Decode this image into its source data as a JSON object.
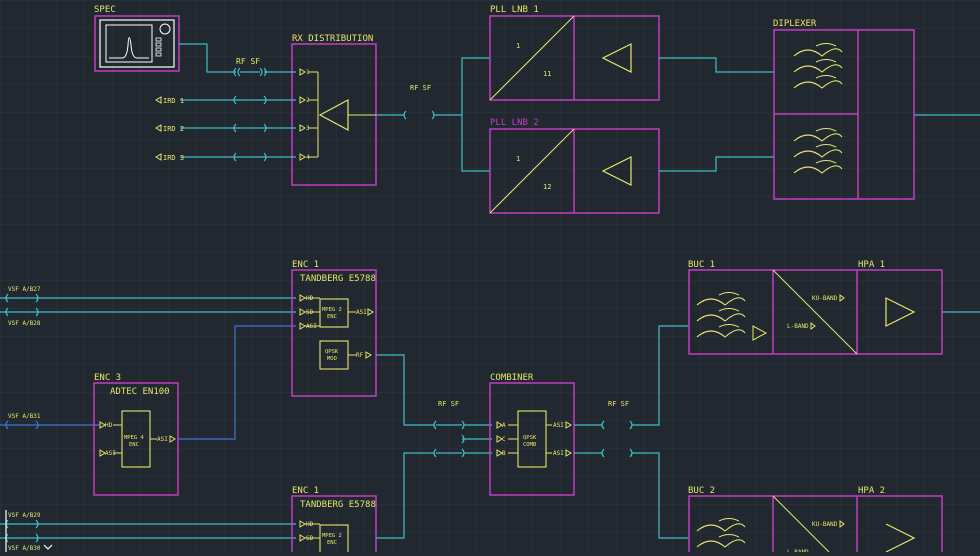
{
  "colors": {
    "background": "#212830",
    "grid": "#2b3440",
    "magenta": "#c23dc4",
    "yellow": "#e6e66a",
    "cyan": "#3fbdc6",
    "blue": "#3f74d4"
  },
  "labels": {
    "spec": "SPEC",
    "rx_distribution": "RX DISTRIBUTION",
    "rf_sf": "RF SF",
    "ird1": "IRD 1",
    "ird2": "IRD 2",
    "ird3": "IRD 3",
    "pll_lnb1": "PLL LNB 1",
    "pll_lnb2": "PLL LNB 2",
    "diplexer": "DIPLEXER",
    "lnb1_in": "1",
    "lnb1_out": "11",
    "lnb2_in": "1",
    "lnb2_out": "12",
    "enc1_title": "ENC 1",
    "enc1_model": "TANDBERG E5788",
    "enc3_title": "ENC 3",
    "enc3_model": "ADTEC EN100",
    "enc1b_title": "ENC 1",
    "enc1b_model": "TANDBERG E5788",
    "combiner": "COMBINER",
    "buc1": "BUC 1",
    "buc2": "BUC 2",
    "hpa1": "HPA 1",
    "hpa2": "HPA 2",
    "vsf_b27": "VSF A/B27",
    "vsf_b28": "VSF A/B28",
    "vsf_b31": "VSF A/B31",
    "vsf_b29": "VSF A/B29",
    "vsf_b30": "VSF A/B30",
    "hd": "HD",
    "sd": "SD",
    "asi": "ASI",
    "rf": "RF",
    "mpeg2_enc": "MPEG 2",
    "mpeg2_enc2": "ENC",
    "qpsk_mod": "QPSK",
    "qpsk_mod2": "MOD",
    "mpeg4_enc": "MPEG 4",
    "mpeg4_enc2": "ENC",
    "qpsk_comb": "QPSK",
    "qpsk_comb2": "COMB",
    "a": "A",
    "b": "B",
    "c": "C",
    "ku_band": "KU-BAND",
    "l_band": "L-BAND",
    "p1": "1",
    "p2": "2",
    "p3": "3",
    "p4": "4"
  }
}
